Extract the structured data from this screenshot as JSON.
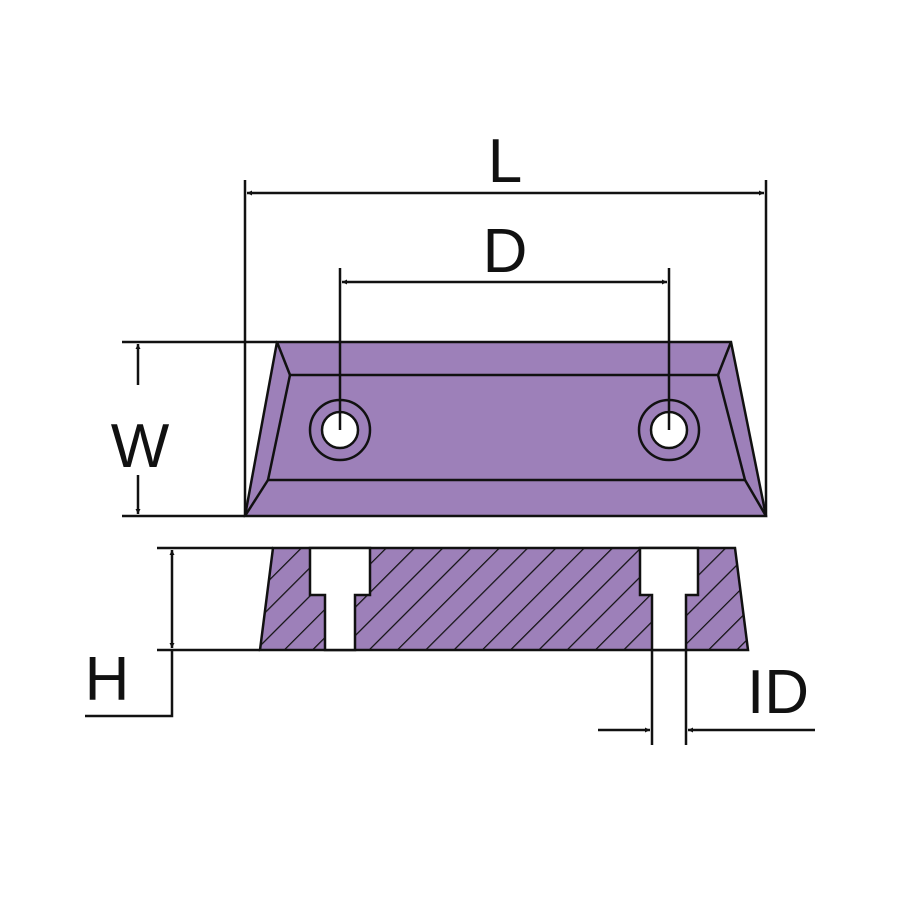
{
  "labels": {
    "length": "L",
    "hole_distance": "D",
    "width": "W",
    "height": "H",
    "inner_diameter": "ID"
  },
  "colors": {
    "body": "#9d80b9",
    "line": "#111111"
  }
}
